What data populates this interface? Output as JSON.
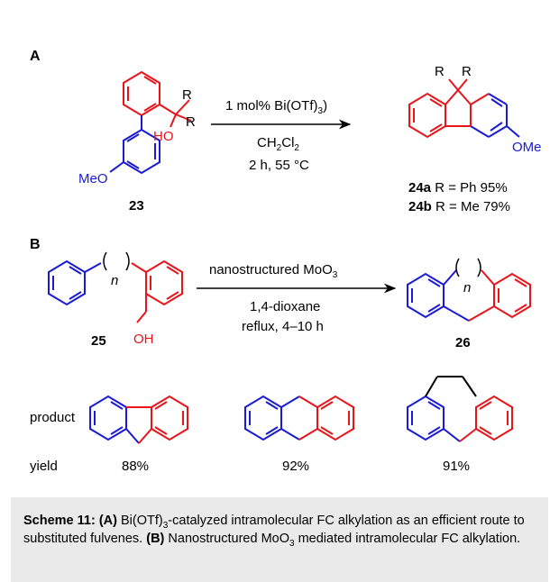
{
  "panel_a": {
    "label": "A",
    "reactant": {
      "R1": "R",
      "R2": "R",
      "HO": "HO",
      "MeO": "MeO",
      "number": "23"
    },
    "conditions": {
      "catalyst": "1 mol% Bi(OTf)",
      "catalyst_sub": "3",
      "solvent_a": "CH",
      "solvent_sub1": "2",
      "solvent_b": "Cl",
      "solvent_sub2": "2",
      "time_temp": "2 h, 55 °C"
    },
    "product": {
      "R1": "R",
      "R2": "R",
      "OMe": "OMe",
      "yield_a_id": "24a",
      "yield_a_text": " R = Ph 95%",
      "yield_b_id": "24b",
      "yield_b_text": " R = Me 79%"
    }
  },
  "panel_b": {
    "label": "B",
    "reactant": {
      "n": "n",
      "OH": "OH",
      "number": "25"
    },
    "conditions": {
      "reagent": "nanostructured MoO",
      "reagent_sub": "3",
      "solvent": "1,4-dioxane",
      "time": "reflux, 4–10 h"
    },
    "product": {
      "n": "n",
      "number": "26"
    }
  },
  "table": {
    "product_label": "product",
    "yield_label": "yield",
    "yields": [
      "88%",
      "92%",
      "91%"
    ]
  },
  "caption": {
    "title": "Scheme 11:",
    "part_a_label": "(A)",
    "part_a_1": " Bi(OTf)",
    "part_a_sub": "3",
    "part_a_2": "-catalyzed intramolecular FC alkylation as an efficient route to substituted fulvenes. ",
    "part_b_label": "(B)",
    "part_b_1": " Nanostructured MoO",
    "part_b_sub": "3",
    "part_b_2": " mediated intramolecular FC alkylation."
  },
  "colors": {
    "red": "#e8141a",
    "blue": "#1a1ad6",
    "black": "#000000",
    "caption_bg": "#eaeaea"
  }
}
